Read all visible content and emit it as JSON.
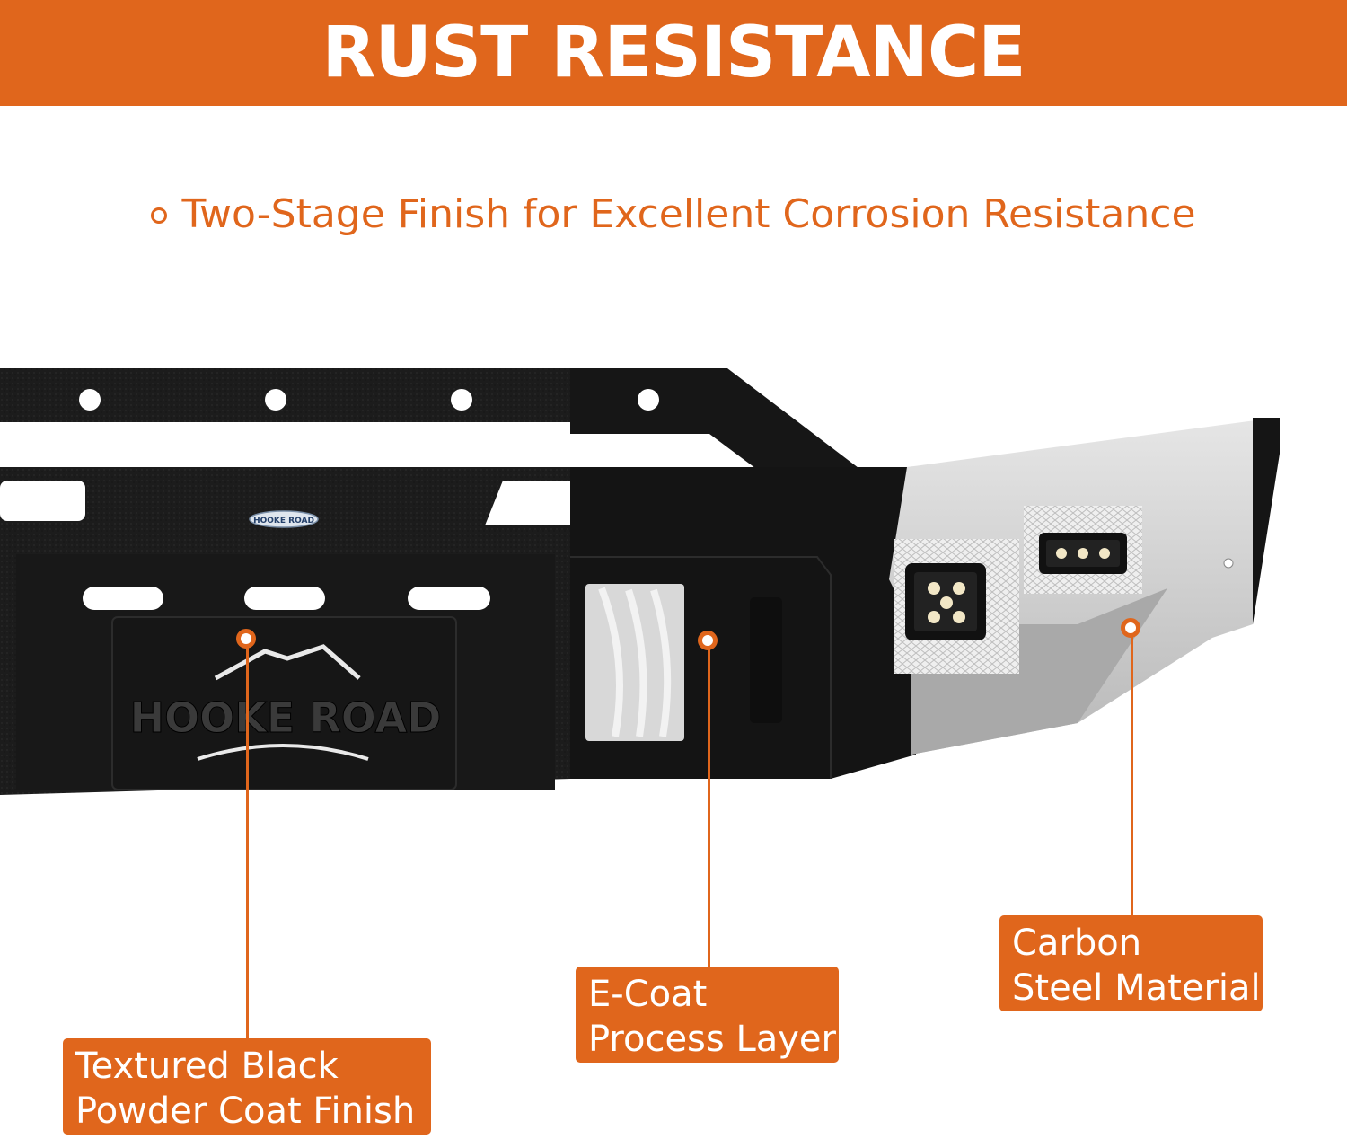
{
  "banner": {
    "title": "RUST RESISTANCE"
  },
  "subtitle": {
    "text": "Two-Stage Finish for Excellent Corrosion Resistance"
  },
  "product": {
    "brand_badge": "HOOKE ROAD",
    "plate_text": "HOOKE ROAD"
  },
  "callouts": [
    {
      "line1": "Textured Black",
      "line2": "Powder Coat Finish"
    },
    {
      "line1": "E-Coat",
      "line2": "Process Layer"
    },
    {
      "line1": "Carbon",
      "line2": "Steel Material"
    }
  ],
  "colors": {
    "accent": "#e0661c",
    "steel_black": "#1b1b1b",
    "silver": "#cfcfcf"
  }
}
